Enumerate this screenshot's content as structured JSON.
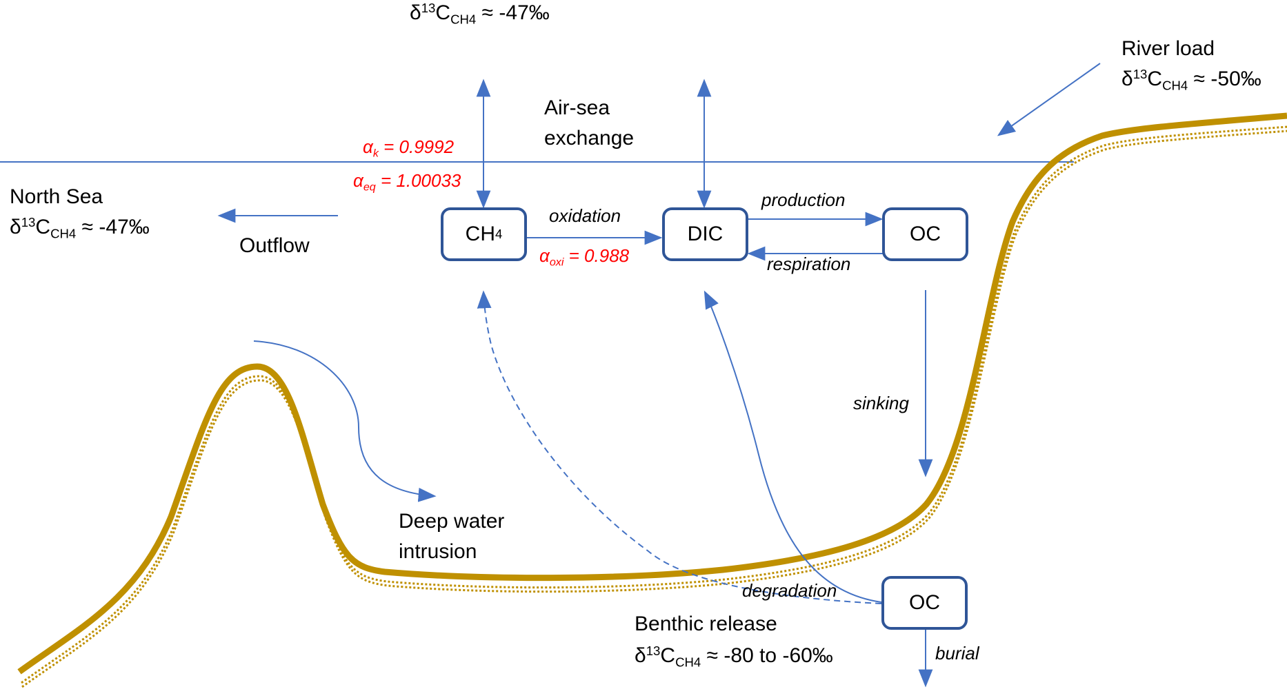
{
  "colors": {
    "arrow_blue": "#4472c4",
    "box_border": "#2f5597",
    "seafloor_gold": "#bf9000",
    "fractionation_red": "#ff0000"
  },
  "labels": {
    "atmosphere": {
      "prefix": "δ",
      "sup": "13",
      "main": "C",
      "sub": "CH4",
      "value": " ≈ -47‰"
    },
    "air_sea_line1": "Air-sea",
    "air_sea_line2": "exchange",
    "alpha_k": {
      "symbol": "α",
      "sub": "k",
      "value": " = 0.9992"
    },
    "alpha_eq": {
      "symbol": "α",
      "sub": "eq",
      "value": " = 1.00033"
    },
    "alpha_oxi": {
      "symbol": "α",
      "sub": "oxi",
      "value": " = 0.988"
    },
    "north_sea_title": "North Sea",
    "north_sea_value": {
      "prefix": "δ",
      "sup": "13",
      "main": "C",
      "sub": "CH4",
      "value": " ≈ -47‰"
    },
    "outflow": "Outflow",
    "river_title": "River load",
    "river_value": {
      "prefix": "δ",
      "sup": "13",
      "main": "C",
      "sub": "CH4",
      "value": " ≈ -50‰"
    },
    "oxidation": "oxidation",
    "production": "production",
    "respiration": "respiration",
    "sinking": "sinking",
    "degradation": "degradation",
    "burial": "burial",
    "deep_water_line1": "Deep water",
    "deep_water_line2": "intrusion",
    "benthic_title": "Benthic release",
    "benthic_value": {
      "prefix": "δ",
      "sup": "13",
      "main": "C",
      "sub": "CH4",
      "value": " ≈ -80 to -60‰"
    }
  },
  "boxes": {
    "ch4": {
      "main": "CH",
      "sub": "4"
    },
    "dic": "DIC",
    "oc_water": "OC",
    "oc_sediment": "OC"
  }
}
